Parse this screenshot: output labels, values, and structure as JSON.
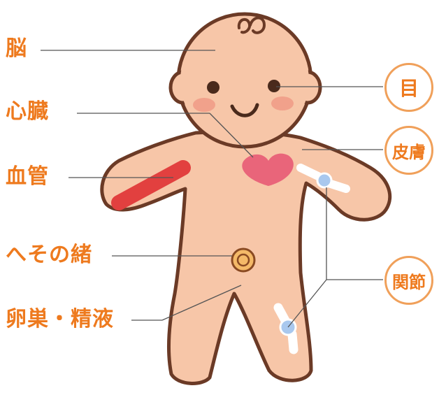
{
  "colors": {
    "accent": "#ee7a1e",
    "skin": "#f7c6a8",
    "outline": "#6b3a26",
    "heart": "#e9657a",
    "vessel": "#e2403f",
    "cheek": "#f09a86",
    "joint": "#a9c8ee",
    "leader_line": "#555555"
  },
  "labels_left": {
    "brain": "脳",
    "heart": "心臓",
    "blood_vessel": "血管",
    "umbilical_cord": "へその緒",
    "ovary_testis_semen": "卵巣・精液"
  },
  "labels_right": {
    "eye": "目",
    "skin": "皮膚",
    "joint": "関節"
  },
  "icons": [
    "baby-figure",
    "heart-shape",
    "blood-vessel-shape",
    "navel-shape",
    "joint-bone-shape"
  ]
}
